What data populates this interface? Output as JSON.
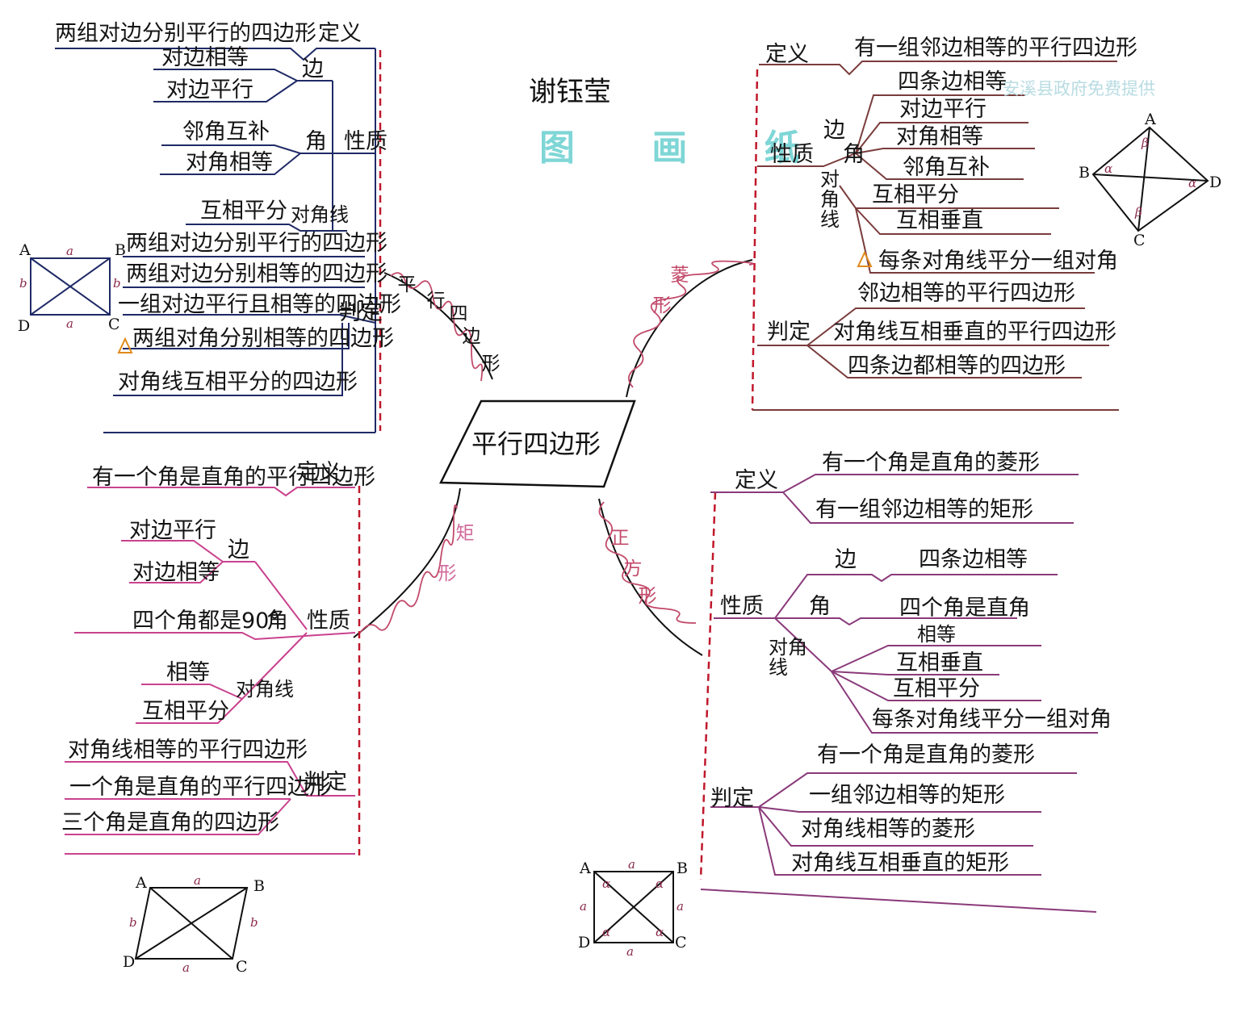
{
  "header": {
    "author": "谢钰莹",
    "paper_title": "图 画 纸",
    "watermark": "安溪县政府免费提供"
  },
  "center": {
    "label": "平行四边形"
  },
  "branches": {
    "parallelogram": {
      "name": [
        "平",
        "行",
        "四",
        "边",
        "形"
      ]
    },
    "rhombus": {
      "name": [
        "菱",
        "形"
      ]
    },
    "rectangle": {
      "name": [
        "矩",
        "形"
      ]
    },
    "square": {
      "name": [
        "正",
        "方",
        "形"
      ]
    }
  },
  "parallelogram": {
    "definition_label": "定义",
    "definition": "两组对边分别平行的四边形",
    "properties_label": "性质",
    "side_label": "边",
    "sides": [
      "对边相等",
      "对边平行"
    ],
    "angle_label": "角",
    "angles": [
      "邻角互补",
      "对角相等"
    ],
    "diagonal_label": "对角线",
    "diagonal": "互相平分",
    "criteria_label": "判定",
    "criteria": [
      "两组对边分别平行的四边形",
      "两组对边分别相等的四边形",
      "一组对边平行且相等的四边形",
      "两组对角分别相等的四边形",
      "对角线互相平分的四边形"
    ],
    "figure": {
      "vertices": [
        "A",
        "B",
        "C",
        "D"
      ],
      "marks": [
        "a",
        "b",
        "a",
        "b"
      ]
    }
  },
  "rhombus": {
    "definition_label": "定义",
    "definition": "有一组邻边相等的平行四边形",
    "properties_label": "性质",
    "side_label": "边",
    "sides": [
      "四条边相等",
      "对边平行"
    ],
    "angle_label": "角",
    "angles": [
      "对角相等",
      "邻角互补"
    ],
    "diagonal_label": "对角线",
    "diagonals": [
      "互相平分",
      "互相垂直",
      "每条对角线平分一组对角"
    ],
    "criteria_label": "判定",
    "criteria": [
      "邻边相等的平行四边形",
      "对角线互相垂直的平行四边形",
      "四条边都相等的四边形"
    ],
    "figure": {
      "vertices": [
        "A",
        "B",
        "C",
        "D"
      ],
      "marks": [
        "α",
        "β"
      ]
    }
  },
  "rectangle": {
    "definition_label": "定义",
    "definition": "有一个角是直角的平行四边形",
    "properties_label": "性质",
    "side_label": "边",
    "sides": [
      "对边平行",
      "对边相等"
    ],
    "angle_label": "角",
    "angle": "四个角都是90°",
    "diagonal_label": "对角线",
    "diagonals": [
      "相等",
      "互相平分"
    ],
    "criteria_label": "判定",
    "criteria": [
      "对角线相等的平行四边形",
      "一个角是直角的平行四边形",
      "三个角是直角的四边形"
    ],
    "figure": {
      "vertices": [
        "A",
        "B",
        "C",
        "D"
      ],
      "marks": [
        "a",
        "b",
        "a",
        "b"
      ]
    }
  },
  "square": {
    "definition_label": "定义",
    "definitions": [
      "有一个角是直角的菱形",
      "有一组邻边相等的矩形"
    ],
    "properties_label": "性质",
    "side_label": "边",
    "side": "四条边相等",
    "angle_label": "角",
    "angle": "四个角是直角",
    "diagonal_label": "对角线",
    "diagonals": [
      "相等",
      "互相垂直",
      "互相平分",
      "每条对角线平分一组对角"
    ],
    "criteria_label": "判定",
    "criteria": [
      "有一个角是直角的菱形",
      "一组邻边相等的矩形",
      "对角线相等的菱形",
      "对角线互相垂直的矩形"
    ],
    "figure": {
      "vertices": [
        "A",
        "B",
        "C",
        "D"
      ],
      "marks": [
        "a",
        "α"
      ]
    }
  },
  "colors": {
    "parallelogram_lines": "#1f2a66",
    "rhombus_lines": "#7a3c3c",
    "rectangle_lines": "#c9428e",
    "square_lines": "#8a3a7a",
    "dashed_border": "#c0182c",
    "wavy_line": "#c24a6a",
    "paper_title": "#7fd6d6",
    "triangle_mark": "#e08a1a"
  }
}
